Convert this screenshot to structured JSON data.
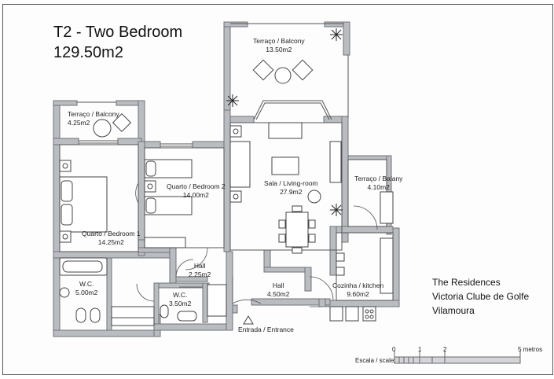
{
  "header": {
    "title": "T2 - Two Bedroom",
    "area": "129.50m2"
  },
  "rooms": [
    {
      "name": "Terraço / Balcony",
      "area": "13.50m2"
    },
    {
      "name": "Terraço / Balcony",
      "area": "4.25m2"
    },
    {
      "name": "Quarto / Bedroom 2",
      "area": "14.00m2"
    },
    {
      "name": "Sala / Living-room",
      "area": "27.9m2"
    },
    {
      "name": "Terraço / Balany",
      "area": "4.10m2"
    },
    {
      "name": "Quarto / Bedroom 1",
      "area": "14.25m2"
    },
    {
      "name": "Hall",
      "area": "2.25m2"
    },
    {
      "name": "W.C.",
      "area": "5.00m2"
    },
    {
      "name": "W.C.",
      "area": "3.50m2"
    },
    {
      "name": "Hall",
      "area": "4.50m2"
    },
    {
      "name": "Cozinha / kitchen",
      "area": "9.60m2"
    }
  ],
  "entrance": {
    "label": "Entrada / Entrance"
  },
  "project": {
    "line1": "The Residences",
    "line2": "Victoria Clube de Golfe",
    "line3": "Vilamoura"
  },
  "scale": {
    "label": "Escala / scale:",
    "ticks": [
      "0",
      "1",
      "2",
      "5 metros"
    ]
  },
  "colors": {
    "wall": "#b9bcc0",
    "wall_stroke": "#6f7277",
    "line": "#555555"
  }
}
